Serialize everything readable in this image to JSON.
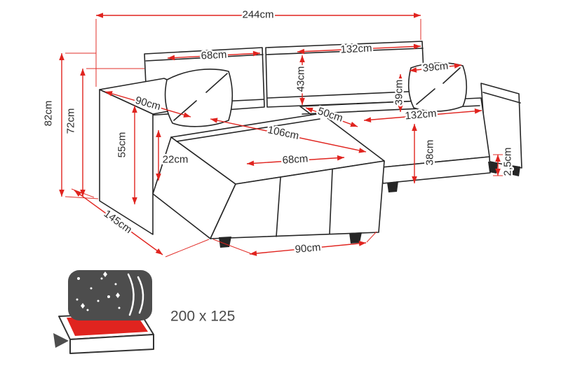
{
  "page": {
    "background": "#ffffff"
  },
  "diagram": {
    "kind": "furniture-dimension-diagram",
    "subject": "corner sofa bed with chaise and measurements",
    "unit": "cm",
    "colors": {
      "dimension_lines": "#e0241f",
      "sofa_outline": "#262626",
      "label_text": "#2b2b2b",
      "bed_icon_dark": "#4d4d4d",
      "bed_icon_red": "#e0241f"
    },
    "labels": {
      "total_width": "244cm",
      "backrest_left_width": "68cm",
      "backrest_right_width": "132cm",
      "backrest_height": "43cm",
      "pillow_width": "39cm",
      "pillow_height": "39cm",
      "armrest_depth": "90cm",
      "total_height": "82cm",
      "back_height": "72cm",
      "armrest_height": "55cm",
      "armrest_above_seat": "22cm",
      "seat_depth": "50cm",
      "chaise_length": "106cm",
      "seat_width": "132cm",
      "chaise_seat_width": "68cm",
      "seat_height": "38cm",
      "leg_height": "2,5cm",
      "chaise_depth": "145cm",
      "chaise_front_width": "90cm"
    },
    "bed_function": {
      "sleeping_area": "200 x 125"
    }
  }
}
